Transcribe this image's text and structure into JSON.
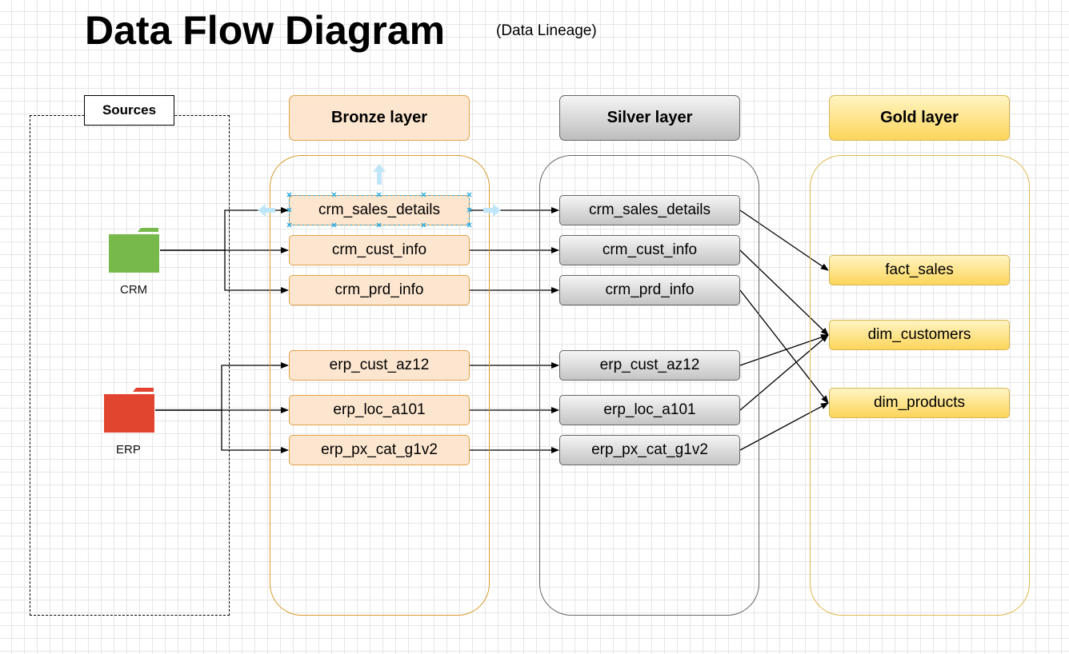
{
  "title": "Data Flow Diagram",
  "subtitle": "(Data Lineage)",
  "sources": {
    "label": "Sources",
    "items": [
      {
        "id": "crm",
        "label": "CRM",
        "color": "#78b94c"
      },
      {
        "id": "erp",
        "label": "ERP",
        "color": "#e2452f"
      }
    ]
  },
  "layers": {
    "bronze": {
      "label": "Bronze layer",
      "nodes": [
        "crm_sales_details",
        "crm_cust_info",
        "crm_prd_info",
        "erp_cust_az12",
        "erp_loc_a101",
        "erp_px_cat_g1v2"
      ]
    },
    "silver": {
      "label": "Silver layer",
      "nodes": [
        "crm_sales_details",
        "crm_cust_info",
        "crm_prd_info",
        "erp_cust_az12",
        "erp_loc_a101",
        "erp_px_cat_g1v2"
      ]
    },
    "gold": {
      "label": "Gold layer",
      "nodes": [
        "fact_sales",
        "dim_customers",
        "dim_products"
      ]
    }
  },
  "colors": {
    "bronze_fill": "#fde6cf",
    "bronze_border": "#e0a14a",
    "silver_border": "#666666",
    "gold_fill": "#fcd55a",
    "gold_border": "#d6b656",
    "selection": "#29a9e1"
  },
  "edges": [
    {
      "from": "source.CRM",
      "to": "bronze.crm_sales_details"
    },
    {
      "from": "source.CRM",
      "to": "bronze.crm_cust_info"
    },
    {
      "from": "source.CRM",
      "to": "bronze.crm_prd_info"
    },
    {
      "from": "source.ERP",
      "to": "bronze.erp_cust_az12"
    },
    {
      "from": "source.ERP",
      "to": "bronze.erp_loc_a101"
    },
    {
      "from": "source.ERP",
      "to": "bronze.erp_px_cat_g1v2"
    },
    {
      "from": "bronze.crm_sales_details",
      "to": "silver.crm_sales_details"
    },
    {
      "from": "bronze.crm_cust_info",
      "to": "silver.crm_cust_info"
    },
    {
      "from": "bronze.crm_prd_info",
      "to": "silver.crm_prd_info"
    },
    {
      "from": "bronze.erp_cust_az12",
      "to": "silver.erp_cust_az12"
    },
    {
      "from": "bronze.erp_loc_a101",
      "to": "silver.erp_loc_a101"
    },
    {
      "from": "bronze.erp_px_cat_g1v2",
      "to": "silver.erp_px_cat_g1v2"
    },
    {
      "from": "silver.crm_sales_details",
      "to": "gold.fact_sales"
    },
    {
      "from": "silver.crm_cust_info",
      "to": "gold.dim_customers"
    },
    {
      "from": "silver.crm_prd_info",
      "to": "gold.dim_products"
    },
    {
      "from": "silver.erp_cust_az12",
      "to": "gold.dim_customers"
    },
    {
      "from": "silver.erp_loc_a101",
      "to": "gold.dim_customers"
    },
    {
      "from": "silver.erp_px_cat_g1v2",
      "to": "gold.dim_products"
    }
  ],
  "selected_node": "bronze.crm_sales_details"
}
